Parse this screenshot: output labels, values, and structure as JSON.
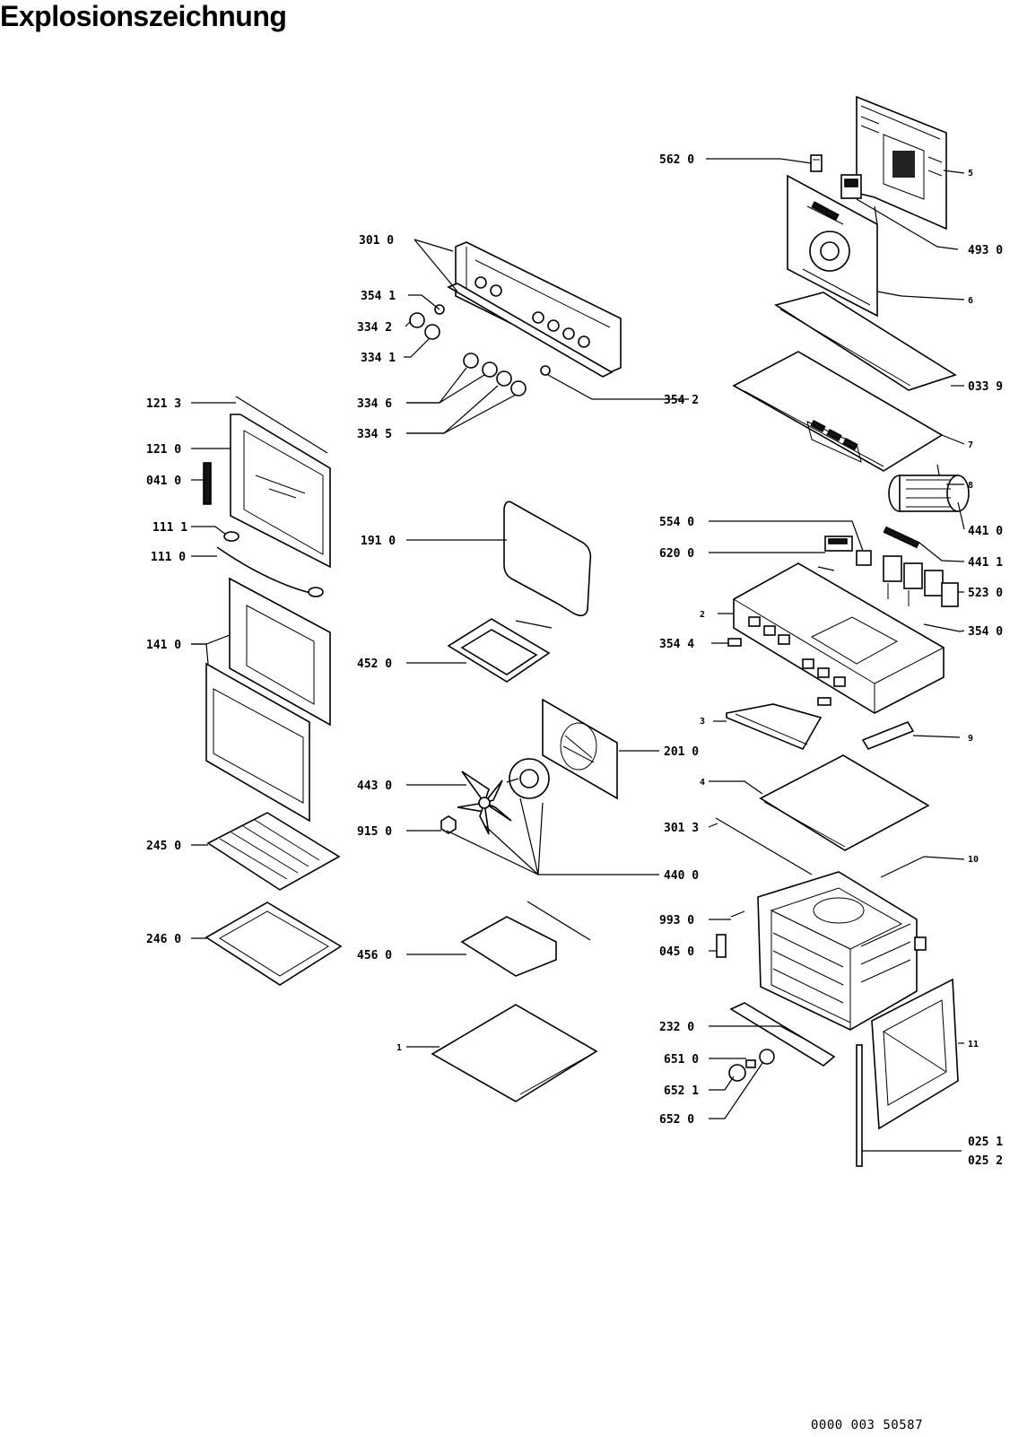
{
  "title": "Explosionszeichnung",
  "doc_number": "0000 003 50587",
  "labels": {
    "l5620": "562 0",
    "l4930": "493 0",
    "l3010": "301 0",
    "l3541": "354 1",
    "l3342": "334 2",
    "l3341": "334 1",
    "l3346": "334 6",
    "l3345": "334 5",
    "l3542": "354 2",
    "l0339": "033 9",
    "l1213": "121 3",
    "l1210": "121 0",
    "l0410": "041 0",
    "l1111": "111 1",
    "l1110": "111 0",
    "l1910": "191 0",
    "l5540": "554 0",
    "l6200": "620 0",
    "l4410": "441 0",
    "l4411": "441 1",
    "l5230": "523 0",
    "l3540": "354 0",
    "l3544": "354 4",
    "l1410": "141 0",
    "l4520": "452 0",
    "l2010": "201 0",
    "l4430": "443 0",
    "l9150": "915 0",
    "l3013": "301 3",
    "l4400": "440 0",
    "l2450": "245 0",
    "l9930": "993 0",
    "l0450": "045 0",
    "l2460": "246 0",
    "l4560": "456 0",
    "l2320": "232 0",
    "l6510": "651 0",
    "l6521": "652 1",
    "l6520": "652 0",
    "l0251": "025 1",
    "l0252": "025 2",
    "n1": "1",
    "n2": "2",
    "n3": "3",
    "n4": "4",
    "n5": "5",
    "n6": "6",
    "n7": "7",
    "n8": "8",
    "n9": "9",
    "n10": "10",
    "n11": "11"
  }
}
